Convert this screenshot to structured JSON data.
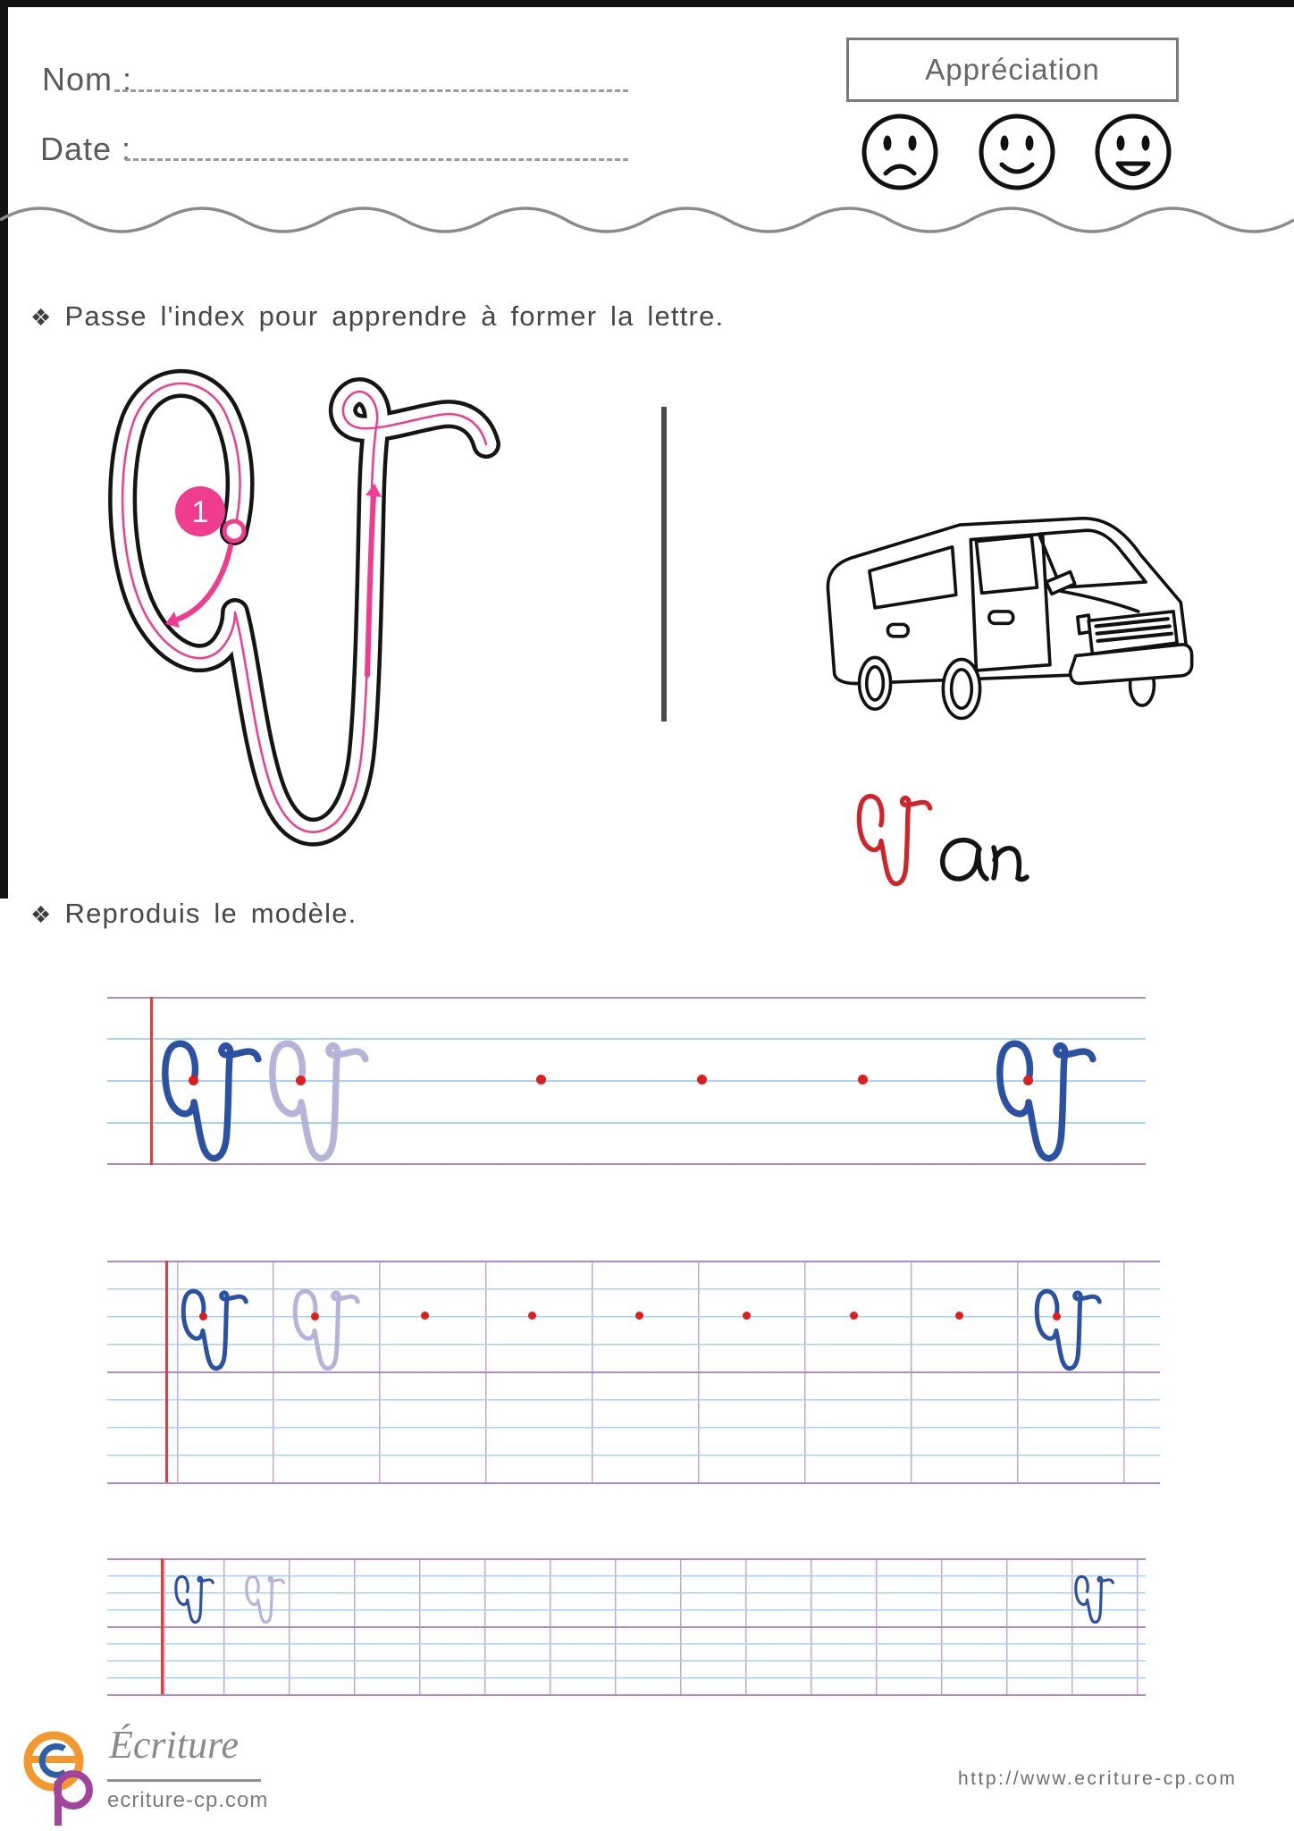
{
  "header": {
    "nom_label": "Nom :",
    "date_label": "Date :",
    "appreciation_label": "Appréciation",
    "smileys": [
      "sad-face",
      "smile-face",
      "big-smile-face"
    ]
  },
  "instructions": {
    "bullet": "❖",
    "step1": "Passe l'index pour apprendre à former la lettre.",
    "step2": "Reproduis le modèle."
  },
  "tracing": {
    "letter": "V",
    "step_number": "1"
  },
  "word": {
    "text": "Van",
    "initial": "V",
    "rest": "an"
  },
  "colors": {
    "trace_pink": "#ee3d8f",
    "letter_blue": "#2b51a3",
    "letter_light": "#b6b3d9",
    "word_red": "#d0242b",
    "ink_black": "#141414",
    "dot_red": "#e01c1c",
    "grid_purple": "#b18bbf",
    "grid_blue": "#a5d3f3",
    "margin_red": "#ea3b36"
  },
  "footer": {
    "brand": "Écriture",
    "site": "ecriture-cp.com",
    "url": "http://www.ecriture-cp.com"
  }
}
